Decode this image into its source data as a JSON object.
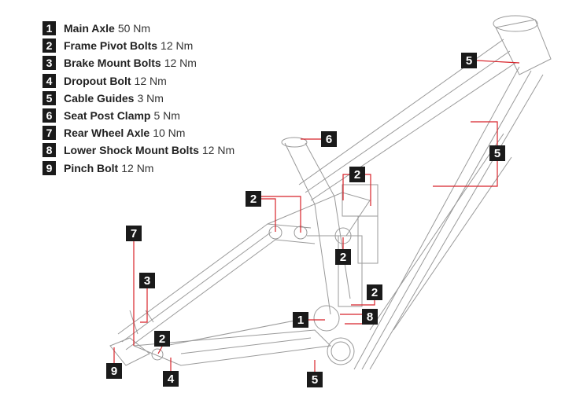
{
  "legend": [
    {
      "num": "1",
      "name": "Main Axle",
      "torque": "50 Nm"
    },
    {
      "num": "2",
      "name": "Frame Pivot Bolts",
      "torque": "12 Nm"
    },
    {
      "num": "3",
      "name": "Brake Mount Bolts",
      "torque": "12 Nm"
    },
    {
      "num": "4",
      "name": "Dropout Bolt",
      "torque": "12 Nm"
    },
    {
      "num": "5",
      "name": "Cable Guides",
      "torque": "3 Nm"
    },
    {
      "num": "6",
      "name": "Seat Post Clamp",
      "torque": "5 Nm"
    },
    {
      "num": "7",
      "name": "Rear Wheel Axle",
      "torque": "10 Nm"
    },
    {
      "num": "8",
      "name": "Lower Shock Mount Bolts",
      "torque": "12 Nm"
    },
    {
      "num": "9",
      "name": "Pinch Bolt",
      "torque": "12 Nm"
    }
  ],
  "callouts": {
    "c5a": "5",
    "c5b": "5",
    "c5c": "5",
    "c6": "6",
    "c2a": "2",
    "c2b": "2",
    "c2c": "2",
    "c2d": "2",
    "c2e": "2",
    "c8": "8",
    "c1": "1",
    "c7": "7",
    "c3": "3",
    "c9": "9",
    "c4": "4"
  },
  "colors": {
    "leader": "#d8232a",
    "badge": "#1a1a1a",
    "frame": "#9a9a9a"
  }
}
